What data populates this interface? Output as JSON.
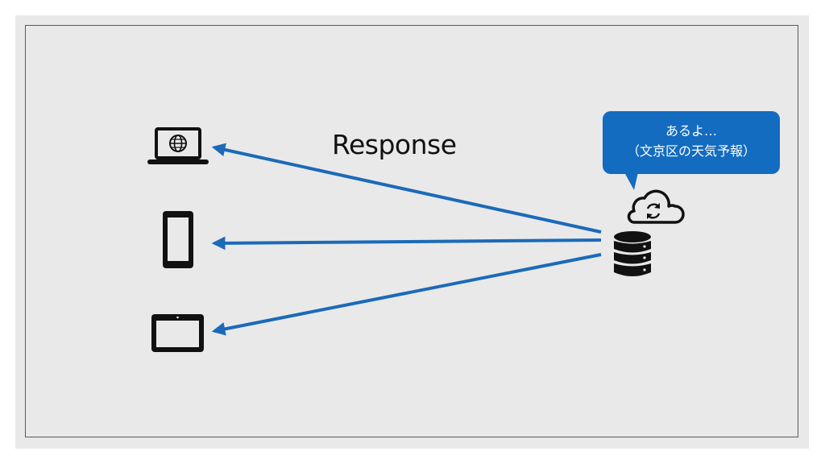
{
  "diagram": {
    "response_label": "Response",
    "bubble": {
      "line1": "あるよ…",
      "line2": "（文京区の天気予報）"
    },
    "colors": {
      "arrow": "#1b6ab8",
      "bubble": "#136cbf",
      "icon": "#111111",
      "background": "#e9e9ea"
    },
    "icons": {
      "clients": [
        "laptop-icon",
        "smartphone-icon",
        "tablet-icon"
      ],
      "server": [
        "cloud-sync-icon",
        "database-icon"
      ]
    }
  }
}
